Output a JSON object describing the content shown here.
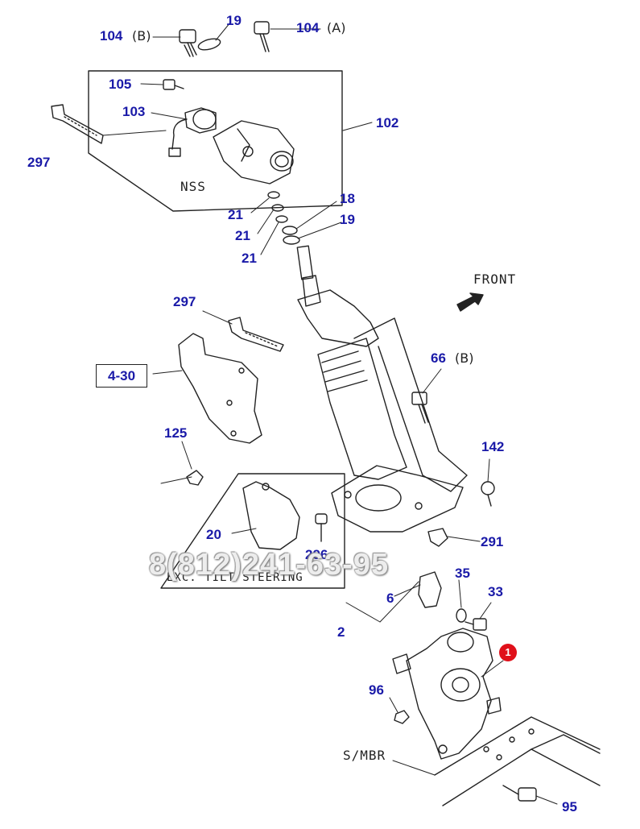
{
  "labels": {
    "p104b": "104",
    "p104b_variant": "(B)",
    "p19a": "19",
    "p104a": "104",
    "p104a_variant": "(A)",
    "p105": "105",
    "p103": "103",
    "p102": "102",
    "p297a": "297",
    "p21a": "21",
    "p21b": "21",
    "p21c": "21",
    "p18": "18",
    "p19b": "19",
    "p297b": "297",
    "p4_30": "4-30",
    "p66": "66",
    "p66_variant": "(B)",
    "p125": "125",
    "p142": "142",
    "p20": "20",
    "p296": "296",
    "p291": "291",
    "p35": "35",
    "p33": "33",
    "p6": "6",
    "p2": "2",
    "p1": "1",
    "p96": "96",
    "p95": "95"
  },
  "notes": {
    "nss": "NSS",
    "front": "FRONT",
    "exc_tilt": "EXC. TILT STEERING",
    "smbr": "S/MBR"
  },
  "watermark": "8(812)241-63-95",
  "colors": {
    "label": "#1a1aa8",
    "line": "#222222",
    "marker": "#e0101a"
  }
}
